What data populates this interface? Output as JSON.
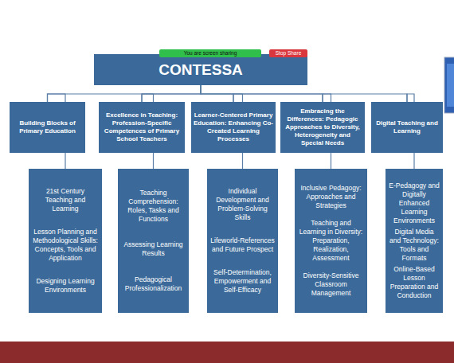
{
  "diagram": {
    "title": "CONTESSA",
    "nodes": [
      {
        "text": [
          "CONTESSA"
        ]
      },
      {
        "text": [
          "Building Blocks of Primary Education"
        ]
      },
      {
        "text": [
          "Excellence in Teaching: Profession-Specific Competences of Primary School Teachers"
        ]
      },
      {
        "text": [
          "Learner-Centered Primary Education: Enhancing Co-Created Learning Processes"
        ]
      },
      {
        "text": [
          "Embracing the Differences: Pedagogic Approaches to Diversity, Heterogeneity and Special Needs"
        ]
      },
      {
        "text": [
          "Digital Teaching and Learning"
        ]
      },
      {
        "text": [
          "21st Century Teaching and Learning",
          "Lesson Planning and Methodological Skills: Concepts, Tools and Application",
          "Designing Learning Environments"
        ]
      },
      {
        "text": [
          "Teaching Comprehension: Roles, Tasks and Functions",
          "Assessing Learning Results",
          "Pedagogical Professionalization"
        ]
      },
      {
        "text": [
          "Individual Development and Problem-Solving Skills",
          "Lifeworld-References and Future Prospect",
          "Self-Determination, Empowerment and Self-Efficacy"
        ]
      },
      {
        "text": [
          "Inclusive Pedagogy: Approaches and Strategies",
          "Teaching and Learning in Diversity: Preparation, Realization, Assessment",
          "Diversity-Sensitive Classroom Management"
        ]
      },
      {
        "text": [
          "E-Pedagogy and Digitally Enhanced Learning Environments",
          "Digital Media and Technology: Tools and Formats",
          "Online-Based Lesson Preparation and Conduction"
        ]
      }
    ],
    "edges": [
      {
        "from": 0,
        "to": 1,
        "arrow": "none"
      },
      {
        "from": 0,
        "to": 2,
        "arrow": "none"
      },
      {
        "from": 0,
        "to": 3,
        "arrow": "none"
      },
      {
        "from": 0,
        "to": 4,
        "arrow": "none"
      },
      {
        "from": 0,
        "to": 5,
        "arrow": "none"
      },
      {
        "from": 1,
        "to": 6,
        "arrow": "none"
      },
      {
        "from": 2,
        "to": 7,
        "arrow": "none"
      },
      {
        "from": 3,
        "to": 8,
        "arrow": "none"
      },
      {
        "from": 4,
        "to": 9,
        "arrow": "none"
      },
      {
        "from": 5,
        "to": 10,
        "arrow": "none"
      }
    ],
    "labels": [
      "You are screen sharing",
      "Stop Share"
    ]
  }
}
